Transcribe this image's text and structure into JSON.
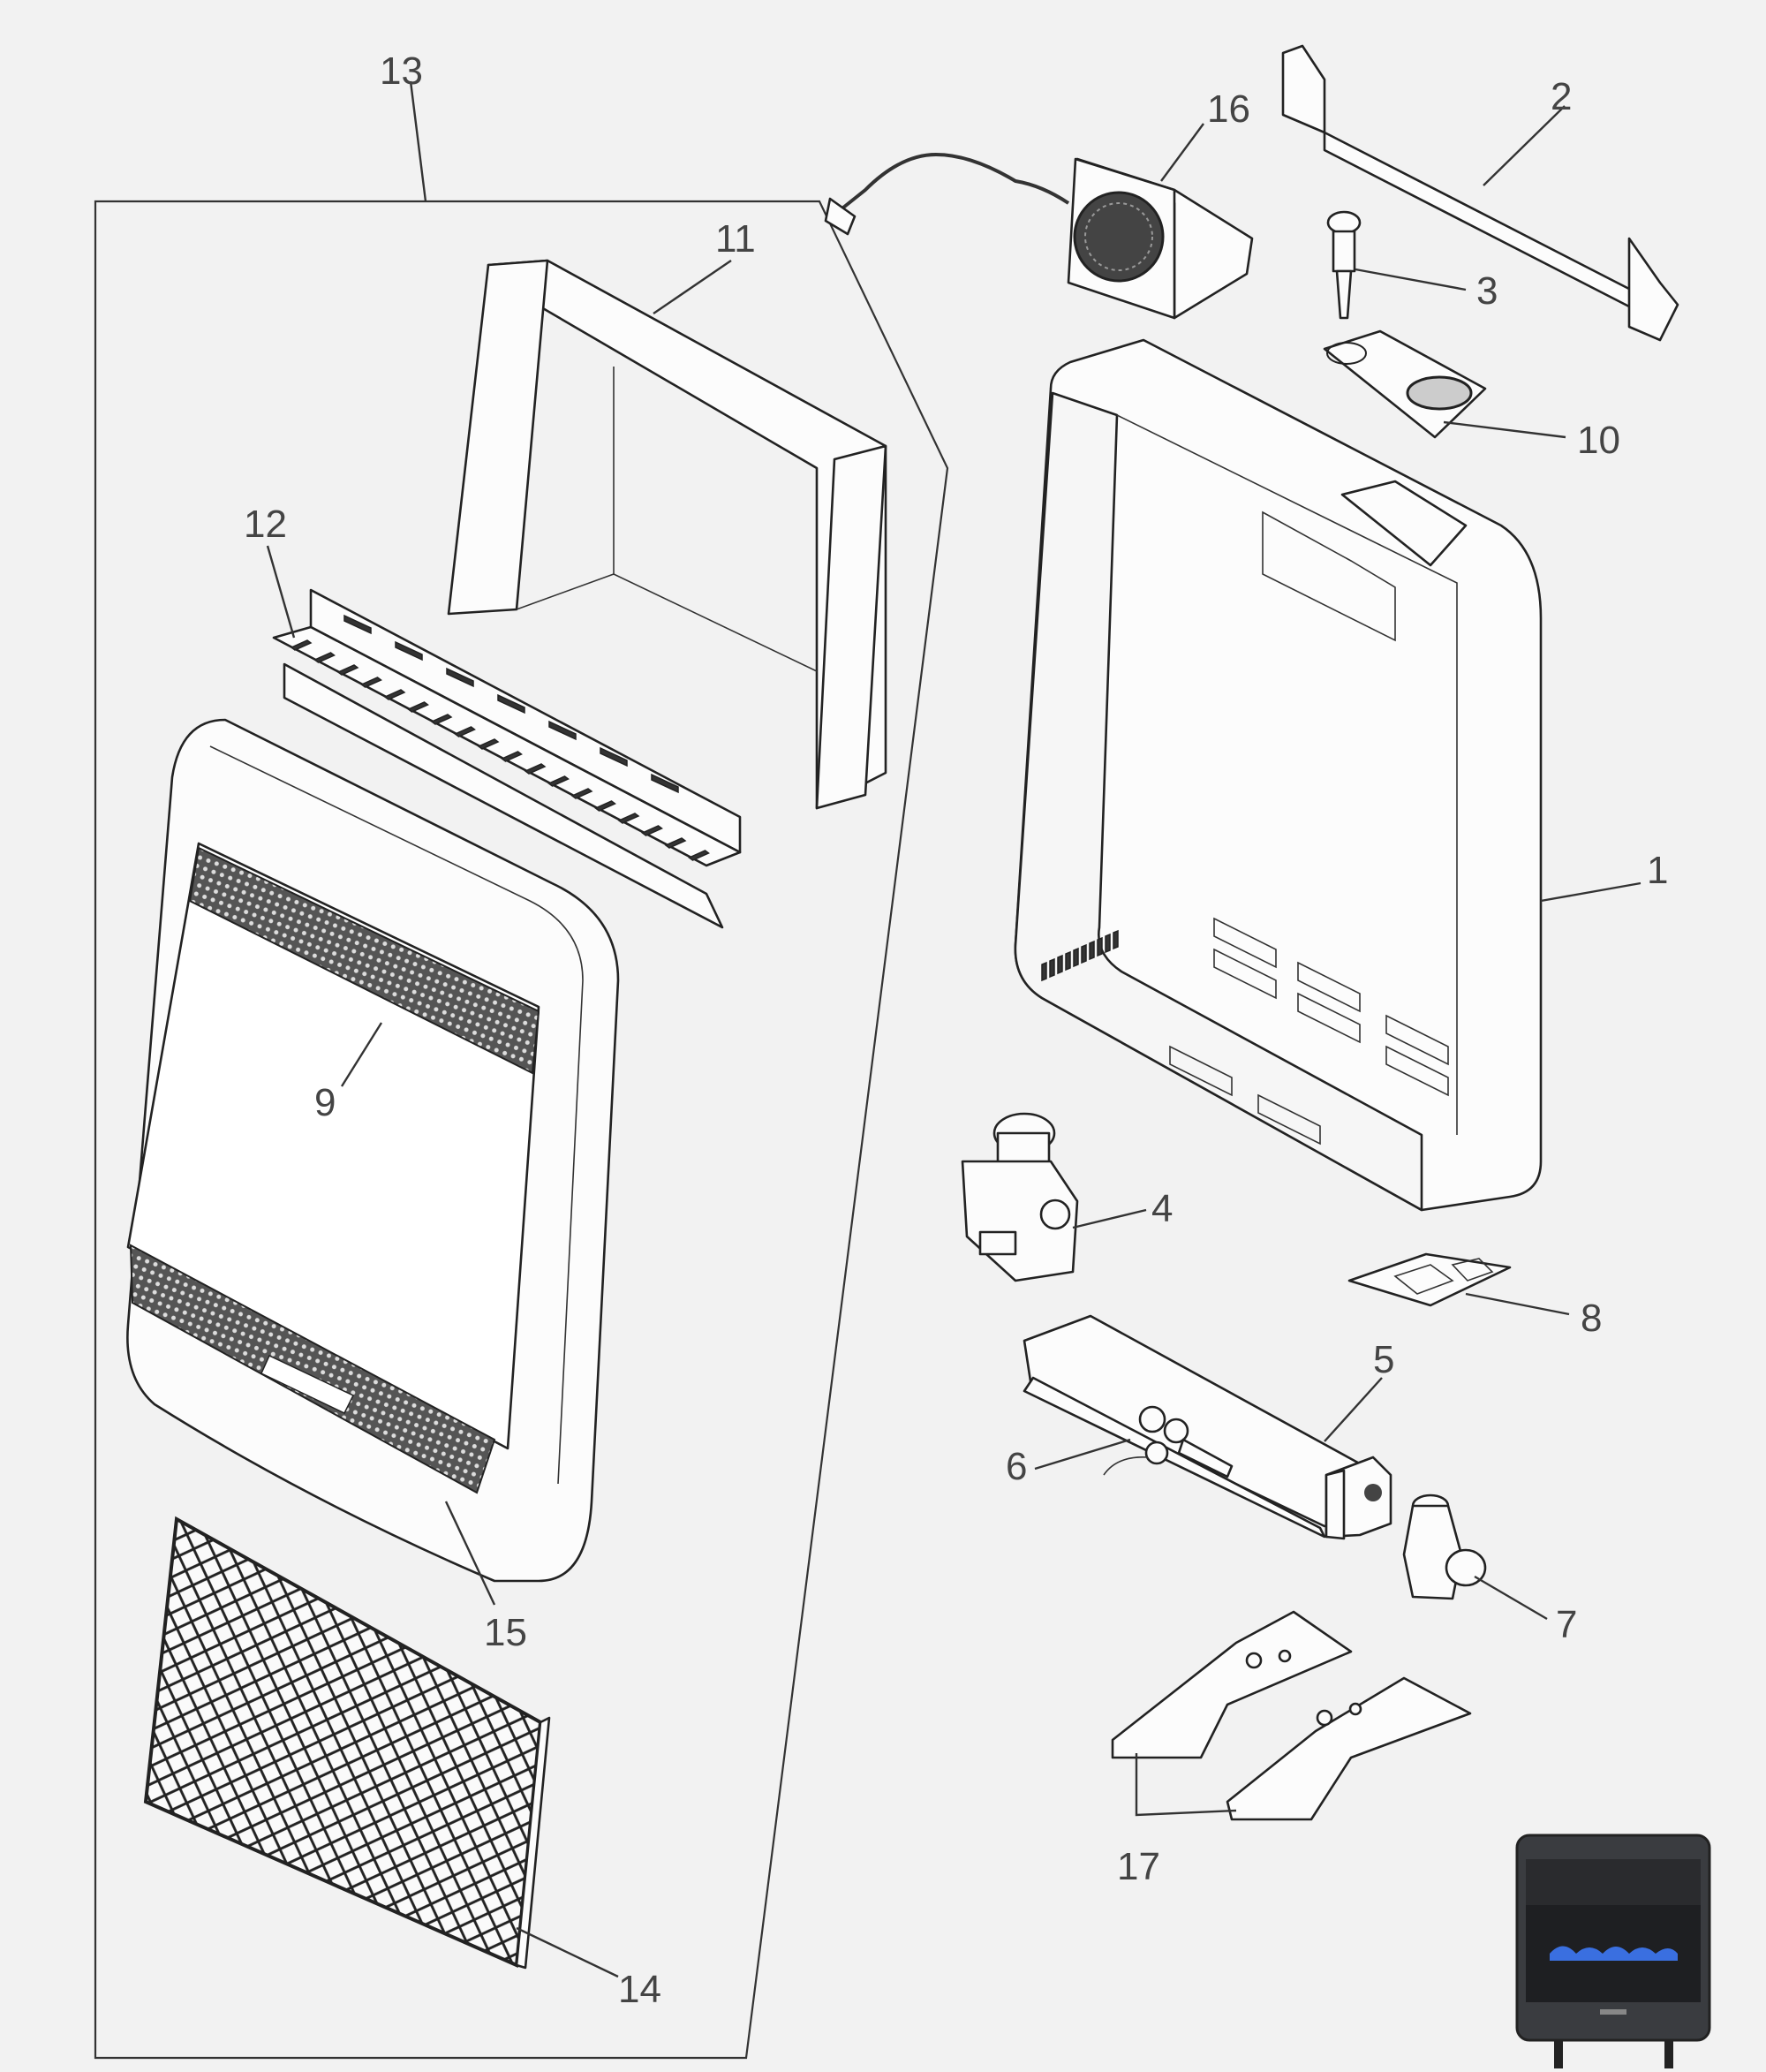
{
  "callouts": {
    "c1": "1",
    "c2": "2",
    "c3": "3",
    "c4": "4",
    "c5": "5",
    "c6": "6",
    "c7": "7",
    "c8": "8",
    "c9": "9",
    "c10": "10",
    "c11": "11",
    "c12": "12",
    "c13": "13",
    "c14": "14",
    "c15": "15",
    "c16": "16",
    "c17": "17"
  },
  "colors": {
    "background": "#f2f2f2",
    "line": "#222222",
    "callout_text": "#444444",
    "product_photo_body": "#3a3c40",
    "flame": "#3a6fe0"
  }
}
